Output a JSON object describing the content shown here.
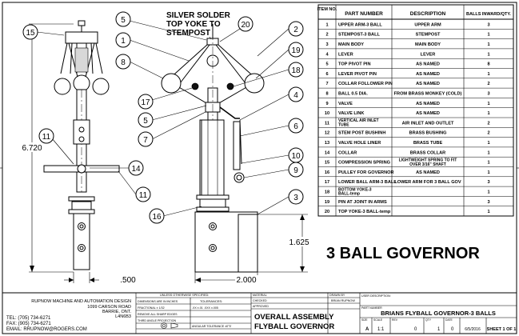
{
  "drawing_title": "3 BALL GOVERNOR",
  "silver_solder_note": [
    "SILVER SOLDER",
    "TOP YOKE TO",
    "STEMPOST"
  ],
  "balloons_left_view": [
    "15",
    "11",
    "14",
    "11",
    "16"
  ],
  "balloons_right_view": [
    "5",
    "1",
    "8",
    "17",
    "5",
    "7",
    "20",
    "2",
    "19",
    "18",
    "4",
    "6",
    "10",
    "9",
    "3"
  ],
  "dimensions": {
    "overall_height": "6.720",
    "base_height": "1.625",
    "left_width": ".500",
    "right_width": "2.000"
  },
  "bom": {
    "headers": [
      "ITEM NO.",
      "PART NUMBER",
      "DESCRIPTION",
      "BALLS INWARD/QTY."
    ],
    "rows": [
      [
        "1",
        "UPPER ARM-3 BALL",
        "UPPER ARM",
        "3"
      ],
      [
        "2",
        "STEMPOST-3 BALL",
        "STEMPOST",
        "1"
      ],
      [
        "3",
        "MAIN BODY",
        "MAIN BODY",
        "1"
      ],
      [
        "4",
        "LEVER",
        "LEVER",
        "1"
      ],
      [
        "5",
        "TOP PIVOT PIN",
        "AS NAMED",
        "8"
      ],
      [
        "6",
        "LEVER PIVOT PIN",
        "AS NAMED",
        "1"
      ],
      [
        "7",
        "COLLAR FOLLOWER PIN",
        "AS NAMED",
        "2"
      ],
      [
        "8",
        "BALL 0.5 DIA.",
        "FROM BRASS MONKEY (COLD)",
        "3"
      ],
      [
        "9",
        "VALVE",
        "AS NAMED",
        "1"
      ],
      [
        "10",
        "VALVE LINK",
        "AS NAMED",
        "1"
      ],
      [
        "11",
        "VERTICAL AIR INLET TUBE",
        "AIR INLET AND OUTLET",
        "2"
      ],
      [
        "12",
        "STEM POST BUSHINH",
        "BRASS BUSHING",
        "2"
      ],
      [
        "13",
        "VALVE HOLE LINER",
        "BRASS TUBE",
        "1"
      ],
      [
        "14",
        "COLLAR",
        "BRASS COLLAR",
        "1"
      ],
      [
        "15",
        "COMPRESSION SPRING",
        "LIGHTWEIGHT SPRING TO FIT OVER 3/16\" SHAFT",
        "1"
      ],
      [
        "16",
        "PULLEY FOR GOVERNOR",
        "AS NAMED",
        "1"
      ],
      [
        "17",
        "LOWER BALL ARM-3 BALL",
        "LOWER ARM FOR 3 BALL GOV",
        "3"
      ],
      [
        "18",
        "BOTTOM YOKE-3 BALL-temp",
        "",
        "1"
      ],
      [
        "19",
        "PIN AT JOINT IN ARMS",
        "",
        "3"
      ],
      [
        "20",
        "TOP YOKE-3 BALL-temp",
        "",
        "1"
      ]
    ]
  },
  "title_block": {
    "company_lines": [
      "RUPNOW MACHINE AND AUTOMATION DESIGN",
      "1099 CARSON ROAD",
      "BARRIE, ONT.",
      "L4N6B3"
    ],
    "tel": "TEL: (705) 734-6271",
    "fax": "FAX: (905) 734-6271",
    "email": "EMAIL: RRUPNOW@ROGERS.COM",
    "dims_spec_header": "UNLESS OTHERWISE SPECIFIED:",
    "tolerances_label": "TOLERANCES:",
    "tol_rows": [
      "DIMENSIONS ARE IN INCHES",
      "FRACTIONAL ± 1/32",
      "REMOVE ALL SHARP EDGES",
      "THIRD ANGLE PROJECTION",
      ".XX ±.01   .XXX ±.005"
    ],
    "angular_tolerance": "ANGULAR TOLERANCE ±0°5'",
    "material_label": "MATERIAL",
    "drawn_label": "DRAWN BY",
    "drawn_by": "BRIAN RUPNOW",
    "checked_label": "CHECKED",
    "approved_label": "APPROVED",
    "title_lines": [
      "OVERALL ASSEMBLY",
      "FLYBALL GOVERNOR"
    ],
    "user_desc_label": "USER DESCRIPTION:",
    "part_number_label": "PART NUMBER",
    "part_number": "BRIANS FLYBALL GOVERNOR-3 BALLS",
    "scale_label": "SCALE",
    "scale": "1:1",
    "rev_label": "REV",
    "rev": "0",
    "qty_label": "QTY",
    "qty": "1",
    "date_label": "DATE",
    "date": "6/5/2016",
    "sheet": "SHEET 1 OF 1",
    "size_label": "SIZE",
    "size": "A"
  }
}
